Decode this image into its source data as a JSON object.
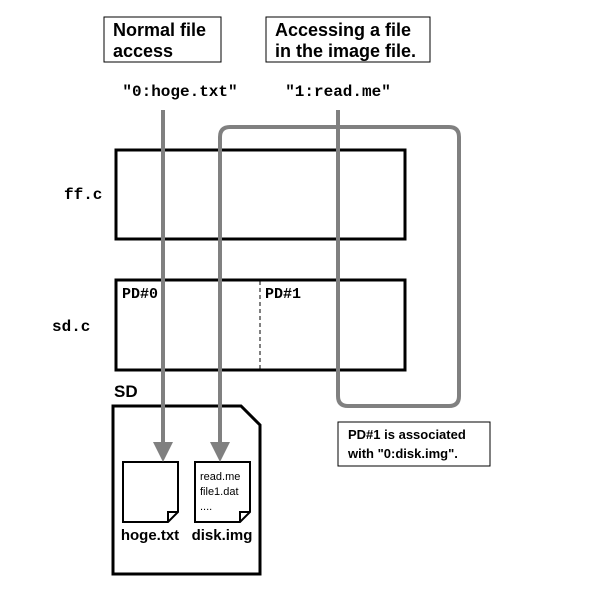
{
  "labels": {
    "normal_access": [
      "Normal file",
      "access"
    ],
    "image_access": [
      "Accessing a file",
      "in the image file."
    ],
    "normal_path": "\"0:hoge.txt\"",
    "image_path": "\"1:read.me\"",
    "ff_module": "ff.c",
    "sd_module": "sd.c",
    "pd0": "PD#0",
    "pd1": "PD#1",
    "sd_card": "SD",
    "association_note": [
      "PD#1 is associated",
      "with \"0:disk.img\"."
    ]
  },
  "files": [
    {
      "name": "hoge.txt",
      "contents": []
    },
    {
      "name": "disk.img",
      "contents": [
        "read.me",
        "file1.dat",
        "...."
      ]
    }
  ],
  "colors": {
    "arrow": "#808080",
    "stroke": "#000000",
    "background": "#ffffff"
  }
}
